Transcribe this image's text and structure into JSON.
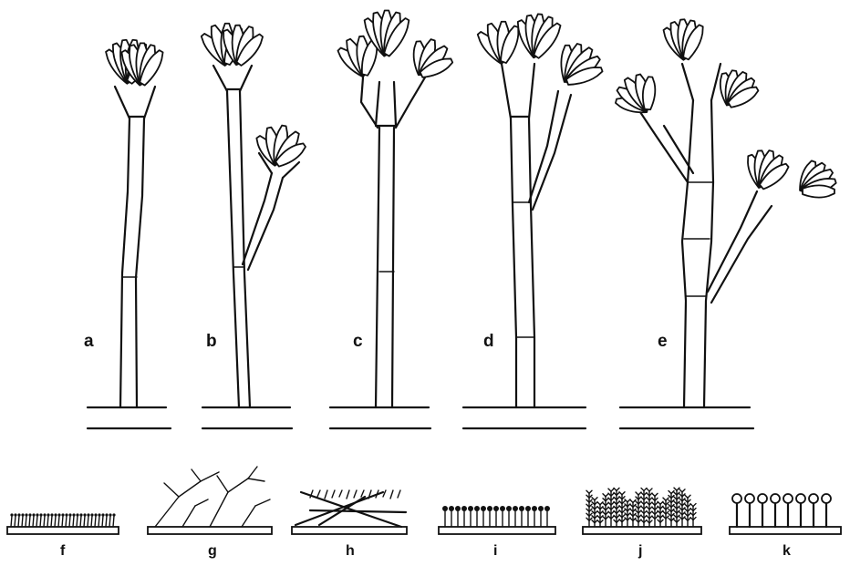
{
  "figure": {
    "panels_top": [
      {
        "label": "a"
      },
      {
        "label": "b"
      },
      {
        "label": "c"
      },
      {
        "label": "d"
      },
      {
        "label": "e"
      }
    ],
    "panels_bottom": [
      {
        "label": "f"
      },
      {
        "label": "g"
      },
      {
        "label": "h"
      },
      {
        "label": "i"
      },
      {
        "label": "j"
      },
      {
        "label": "k"
      }
    ]
  }
}
